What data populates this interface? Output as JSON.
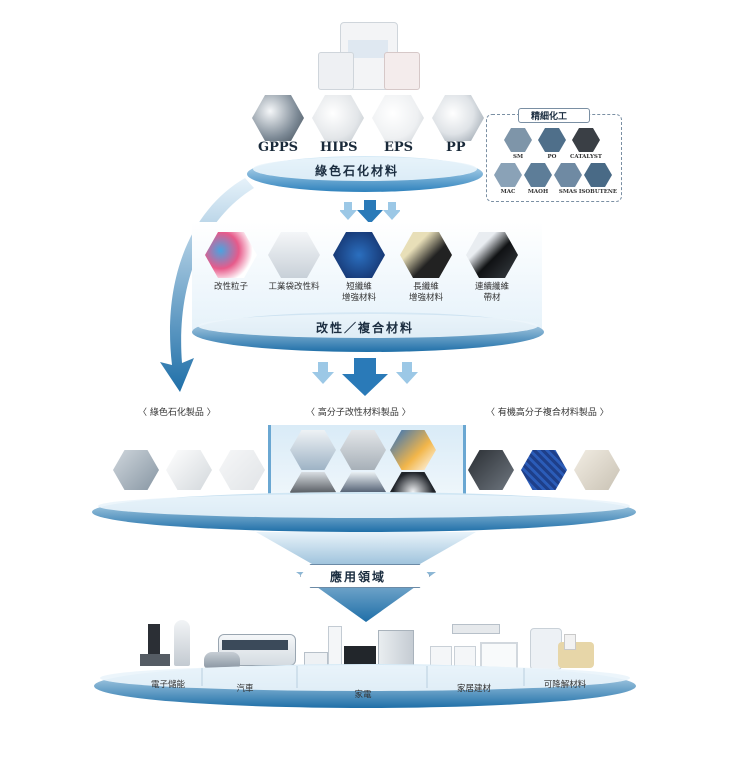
{
  "top": {
    "products": [
      "GPPS",
      "HIPS",
      "EPS",
      "PP"
    ],
    "title": "綠色石化材料"
  },
  "fine_chem": {
    "title": "精細化工",
    "items": [
      "SM",
      "PO",
      "CATALYST",
      "MAC",
      "MAOH",
      "SMAS",
      "ISOBUTENE"
    ]
  },
  "modified": {
    "title": "改性／複合材料",
    "items": [
      "改性粒子",
      "工業袋改性料",
      "短纖維\n增強材料",
      "長纖維\n增強材料",
      "連續纖維\n帶材"
    ]
  },
  "categories": {
    "left": "綠色石化製品",
    "center": "高分子改性材料製品",
    "right": "有機高分子複合材料製品"
  },
  "application": {
    "title": "應用領域",
    "items": [
      "電子儲能",
      "汽車",
      "家電",
      "家居建材",
      "可降解材料"
    ]
  },
  "colors": {
    "platform_dark": "#1f6fa8",
    "platform_light": "#d8ecf7",
    "arrow": "#2a7ab8"
  }
}
